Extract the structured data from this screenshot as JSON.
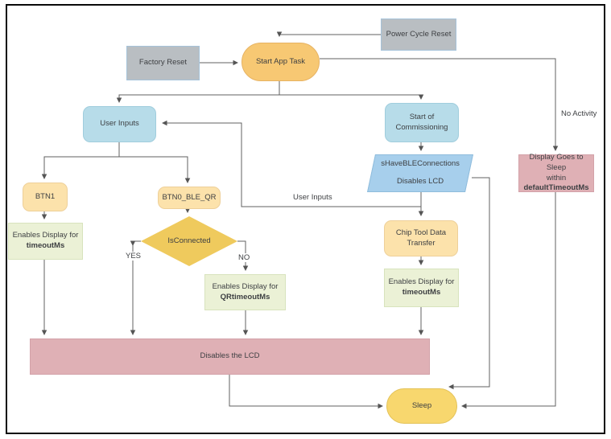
{
  "diagram": {
    "nodes": {
      "power_cycle_reset": {
        "label": "Power Cycle Reset"
      },
      "factory_reset": {
        "label": "Factory Reset"
      },
      "start_app_task": {
        "label": "Start App Task"
      },
      "user_inputs": {
        "label": "User Inputs"
      },
      "start_of_commissioning": {
        "line1": "Start of",
        "line2": "Commissioning"
      },
      "ble_connections": {
        "line1": "sHaveBLEConnections",
        "line2": "Disables LCD"
      },
      "btn1": {
        "label": "BTN1"
      },
      "btn0_ble_qr": {
        "label": "BTN0_BLE_QR"
      },
      "is_connected": {
        "label": "IsConnected"
      },
      "enables_display_timeout_left": {
        "line1": "Enables Display for",
        "line2": "timeoutMs"
      },
      "enables_display_qr": {
        "line1": "Enables Display for",
        "line2": "QRtimeoutMs"
      },
      "chip_tool_data_transfer": {
        "line1": "Chip Tool Data",
        "line2": "Transfer"
      },
      "enables_display_timeout_right": {
        "line1": "Enables Display for",
        "line2": "timeoutMs"
      },
      "disables_lcd": {
        "label": "Disables the LCD"
      },
      "sleep": {
        "label": "Sleep"
      },
      "display_goes_to_sleep": {
        "line1": "Display Goes to Sleep",
        "line2": "within",
        "line3": "defaultTimeoutMs"
      }
    },
    "edge_labels": {
      "no_activity": "No Activity",
      "user_inputs": "User Inputs",
      "yes": "YES",
      "no": "NO"
    },
    "colors": {
      "stadium_orange": "#f7c873",
      "sleep_yellow": "#f8d76e",
      "light_orange": "#fce2ab",
      "blue_node": "#b7dce9",
      "parallelogram_blue": "#a7cfec",
      "green_box": "#ebf1d6",
      "pink_box": "#dfb0b5",
      "gray_box": "#b9bec2",
      "diamond_gold": "#efca5d",
      "connector": "#616161"
    }
  }
}
